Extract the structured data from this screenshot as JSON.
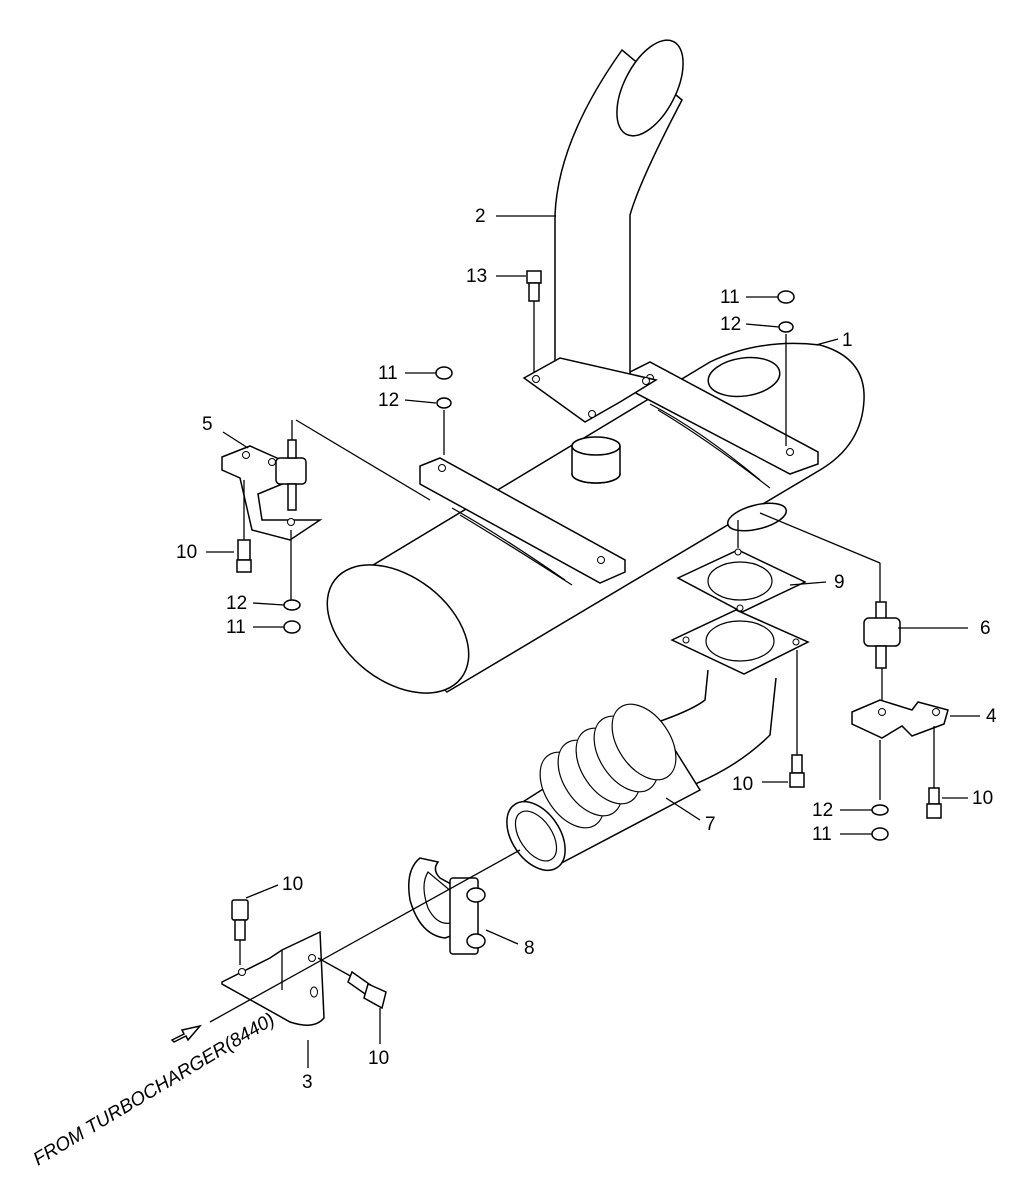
{
  "diagram": {
    "note": "FROM TURBOCHARGER(8440)",
    "callouts": {
      "c1": "1",
      "c2": "2",
      "c3": "3",
      "c4": "4",
      "c5": "5",
      "c6": "6",
      "c7": "7",
      "c8": "8",
      "c9": "9",
      "c10a": "10",
      "c10b": "10",
      "c10c": "10",
      "c10d": "10",
      "c10e": "10",
      "c11a": "11",
      "c11b": "11",
      "c11c": "11",
      "c11d": "11",
      "c12a": "12",
      "c12b": "12",
      "c12c": "12",
      "c12d": "12",
      "c13": "13"
    }
  }
}
